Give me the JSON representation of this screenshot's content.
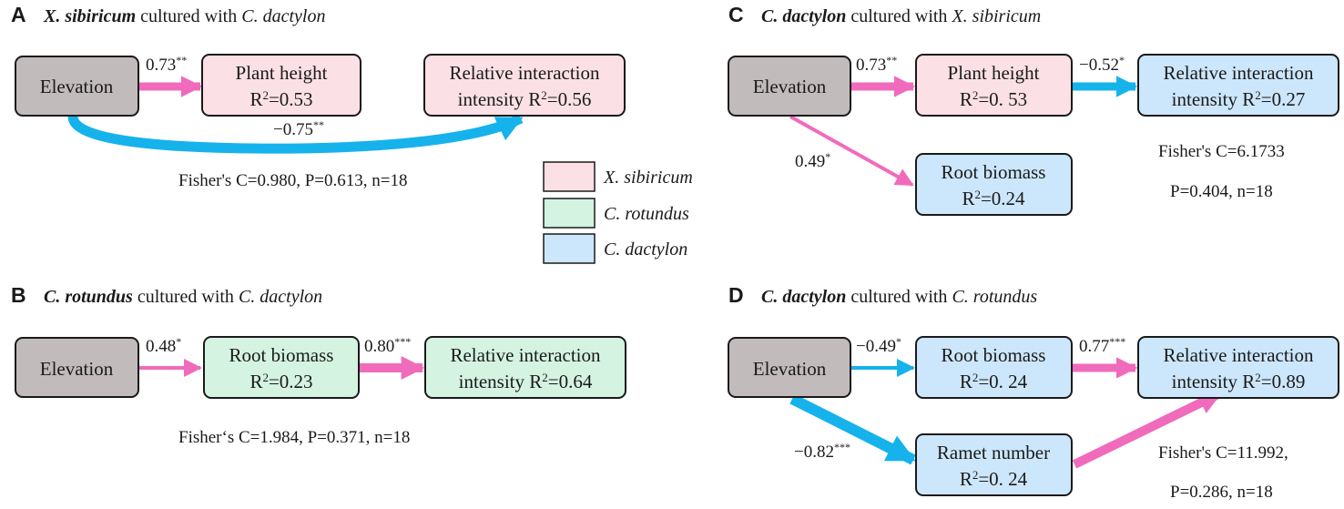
{
  "colors": {
    "elevation_fill": "#c1bbbb",
    "x_sibiricum_fill": "#fbe0e6",
    "c_rotundus_fill": "#d4f3e1",
    "c_dactylon_fill": "#cce6fb",
    "positive_arrow": "#f06bbb",
    "negative_arrow": "#16b2ec",
    "box_border": "#1a1a1a"
  },
  "legend": [
    {
      "label": "X. sibiricum",
      "color_key": "x_sibiricum_fill"
    },
    {
      "label": "C. rotundus",
      "color_key": "c_rotundus_fill"
    },
    {
      "label": "C. dactylon",
      "color_key": "c_dactylon_fill"
    }
  ],
  "panels": {
    "A": {
      "letter": "A",
      "title_bold": "X. sibiricum",
      "title_mid": " cultured with ",
      "title_italic": "C. dactylon",
      "elevation": "Elevation",
      "n1_line1": "Plant height",
      "n1_r2": "=0.53",
      "n2_line1": "Relative interaction",
      "n2_line2": "intensity R",
      "n2_r2": "=0.56",
      "c1": "0.73",
      "c1_sig": "**",
      "c2": "−0.75",
      "c2_sig": "**",
      "stats": "Fisher's C=0.980, P=0.613, n=18"
    },
    "B": {
      "letter": "B",
      "title_bold": "C. rotundus",
      "title_mid": " cultured with ",
      "title_italic": "C. dactylon",
      "elevation": "Elevation",
      "n1_line1": "Root biomass",
      "n1_r2": "=0.23",
      "n2_line1": "Relative interaction",
      "n2_line2": "intensity R",
      "n2_r2": "=0.64",
      "c1": "0.48",
      "c1_sig": "*",
      "c2": "0.80",
      "c2_sig": "***",
      "stats": "Fisher‘s C=1.984, P=0.371, n=18"
    },
    "C": {
      "letter": "C",
      "title_bold": "C. dactylon",
      "title_mid": " cultured with ",
      "title_italic": "X. sibiricum",
      "elevation": "Elevation",
      "n1_line1": "Plant height",
      "n1_r2": "=0. 53",
      "n2_line1": "Relative interaction",
      "n2_line2": "intensity R",
      "n2_r2": "=0.27",
      "n3_line1": "Root biomass",
      "n3_r2": "=0.24",
      "c1": "0.73",
      "c1_sig": "**",
      "c2": "−0.52",
      "c2_sig": "*",
      "c3": "0.49",
      "c3_sig": "*",
      "stats1": "Fisher's C=6.1733",
      "stats2": "P=0.404, n=18"
    },
    "D": {
      "letter": "D",
      "title_bold": "C. dactylon",
      "title_mid": " cultured with ",
      "title_italic": "C. rotundus",
      "elevation": "Elevation",
      "n1_line1": "Root biomass",
      "n1_r2": "=0. 24",
      "n2_line1": "Relative interaction",
      "n2_line2": "intensity R",
      "n2_r2": "=0.89",
      "n3_line1": "Ramet number",
      "n3_r2": "=0. 24",
      "c1": "−0.49",
      "c1_sig": "*",
      "c2": "0.77",
      "c2_sig": "***",
      "c3": "−0.82",
      "c3_sig": "***",
      "stats1": "Fisher's C=11.992,",
      "stats2": "P=0.286, n=18"
    }
  }
}
